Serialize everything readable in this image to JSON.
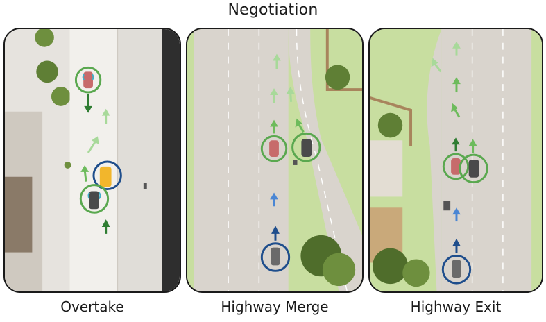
{
  "figure": {
    "title": "Negotiation",
    "colors": {
      "ego_ring": "#1f4e8c",
      "other_ring": "#5aa84f",
      "arrow_green": "#6dbb5c",
      "arrow_green_light": "#a8d99a",
      "arrow_dark_green": "#2f7d32",
      "arrow_blue": "#4a86d4",
      "arrow_dark_blue": "#1f4e8c",
      "road": "#d9d4cd",
      "grass": "#c8dea0",
      "sidewalk": "#e4e1dc"
    },
    "panels": [
      {
        "id": "overtake",
        "caption": "Overtake"
      },
      {
        "id": "highway-merge",
        "caption": "Highway Merge"
      },
      {
        "id": "highway-exit",
        "caption": "Highway Exit"
      }
    ]
  }
}
